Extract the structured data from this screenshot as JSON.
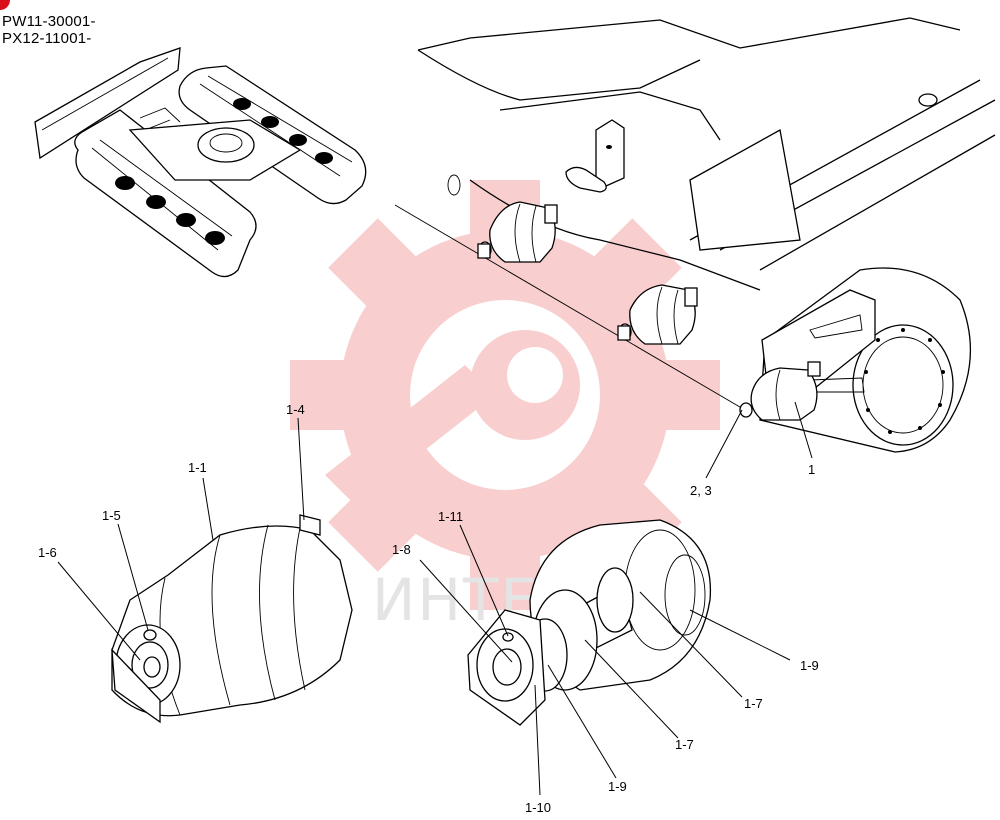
{
  "header": {
    "serial_1": "PW11-30001-",
    "serial_2": "PX12-11001-"
  },
  "watermark": {
    "text": "ИНТЕХ",
    "color": "#f4a7a9"
  },
  "accent_color": "#d8101a",
  "callouts": {
    "c1": "1",
    "c23": "2, 3",
    "c1_1": "1-1",
    "c1_4": "1-4",
    "c1_5": "1-5",
    "c1_6": "1-6",
    "c1_8": "1-8",
    "c1_11": "1-11",
    "c1_9_right": "1-9",
    "c1_7_right": "1-7",
    "c1_7_mid": "1-7",
    "c1_9_bottom": "1-9",
    "c1_10": "1-10"
  }
}
